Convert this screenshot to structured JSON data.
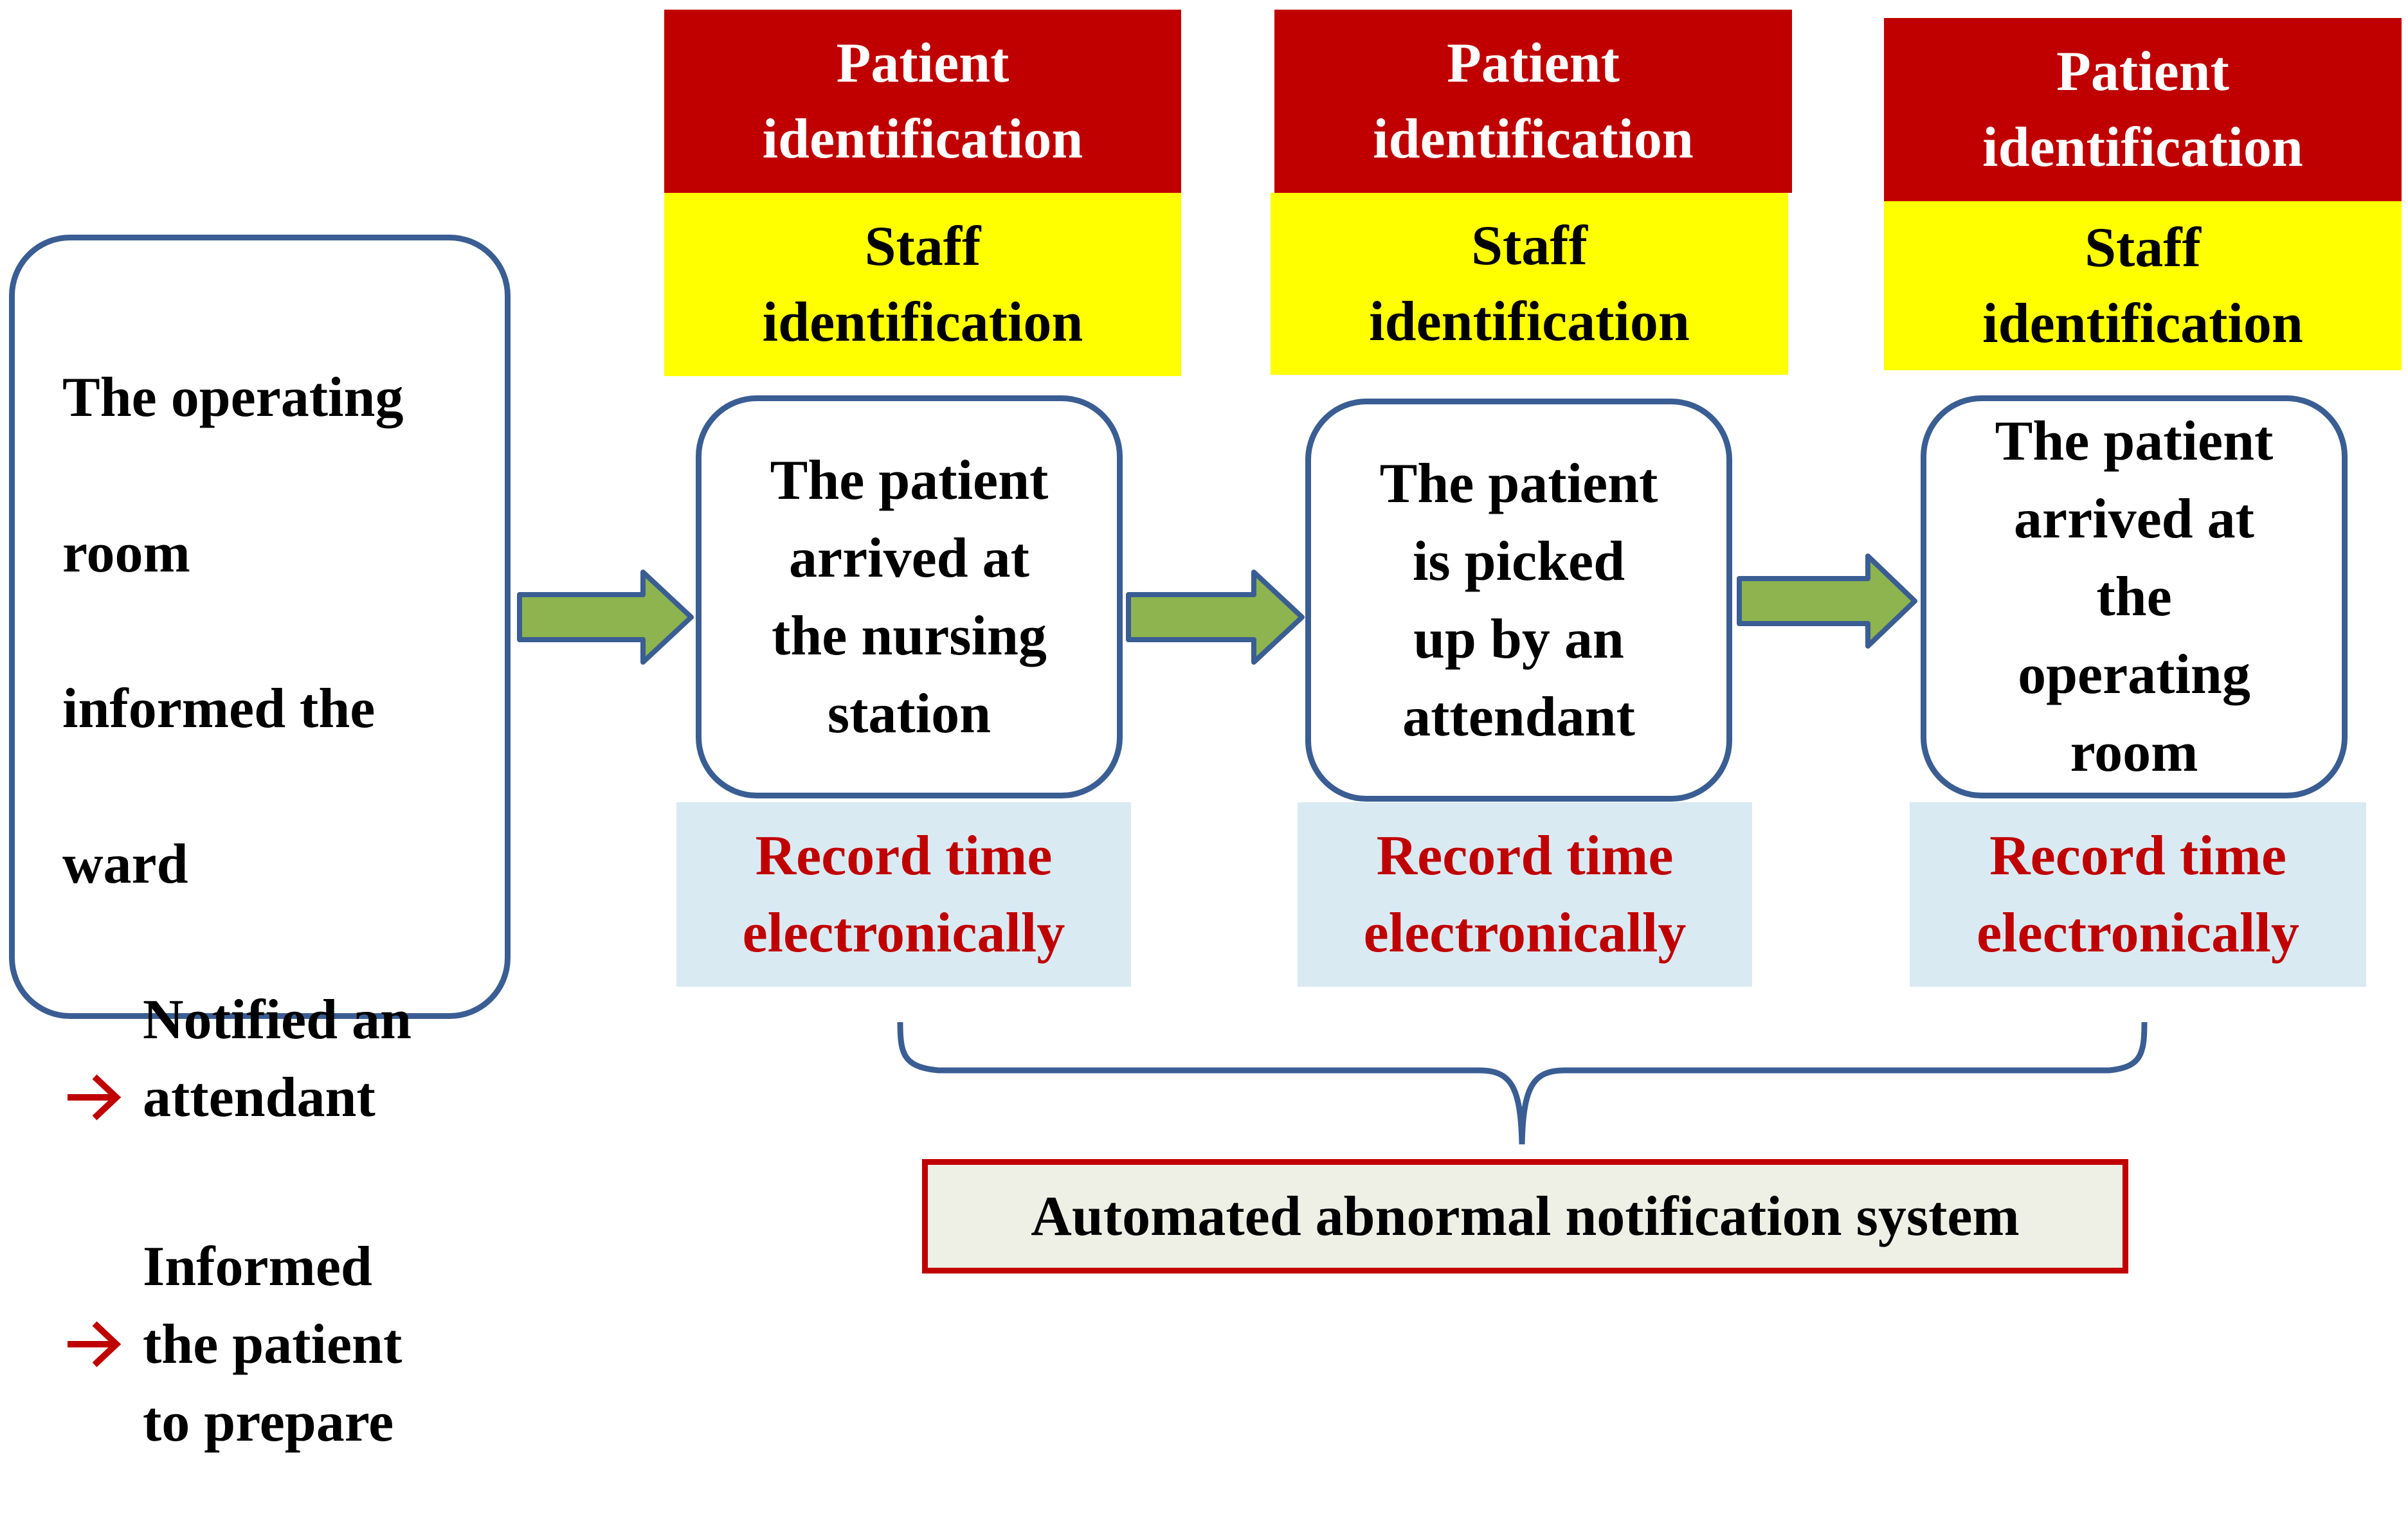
{
  "start_box": {
    "lines": [
      "The operating",
      "room",
      "informed the",
      "ward"
    ],
    "bullets": [
      {
        "icon": "red-arrow-icon",
        "text": "Notified an\nattendant"
      },
      {
        "icon": "red-arrow-icon",
        "text": "Informed\nthe patient\nto prepare"
      }
    ]
  },
  "steps": [
    {
      "patient_id": "Patient\nidentification",
      "staff_id": "Staff\nidentification",
      "event": "The patient\narrived at\nthe nursing\nstation",
      "record": "Record time\nelectronically"
    },
    {
      "patient_id": "Patient\nidentification",
      "staff_id": "Staff\nidentification",
      "event": "The patient\nis picked\nup by an\nattendant",
      "record": "Record time\nelectronically"
    },
    {
      "patient_id": "Patient\nidentification",
      "staff_id": "Staff\nidentification",
      "event": "The patient\narrived at\nthe\noperating\nroom",
      "record": "Record time\nelectronically"
    }
  ],
  "system": {
    "label": "Automated abnormal notification system"
  },
  "colors": {
    "identification_red": "#c00000",
    "staff_yellow": "#ffff00",
    "record_blue": "#daeaf3",
    "flow_arrow_green": "#8db44f",
    "outline_blue": "#3a5e93"
  }
}
